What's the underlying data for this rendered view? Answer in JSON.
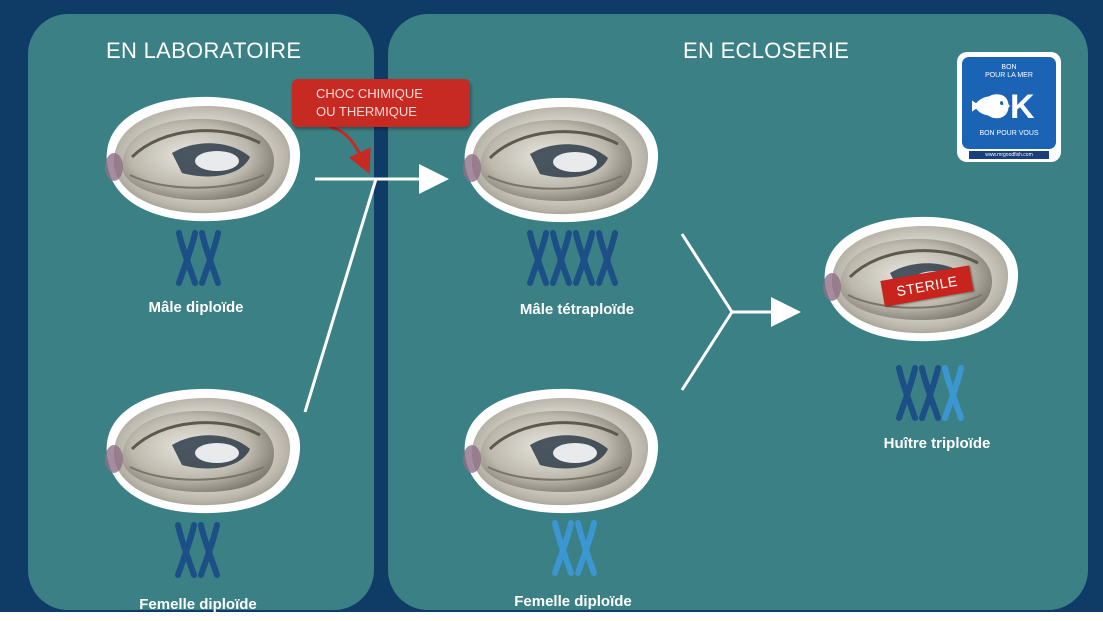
{
  "panels": {
    "lab_title": "EN LABORATOIRE",
    "hatchery_title": "EN ECLOSERIE"
  },
  "callout": {
    "line1": "CHOC CHIMIQUE",
    "line2": "OU THERMIQUE"
  },
  "labels": {
    "lab_male": "Mâle diploïde",
    "lab_female": "Femelle diploïde",
    "hatchery_male": "Mâle tétraploïde",
    "hatchery_female": "Femelle diploïde",
    "result": "Huître triploïde"
  },
  "sterile_badge": "STERILE",
  "logo": {
    "top_line1": "BON",
    "top_line2": "POUR LA MER",
    "mark": "OK",
    "bottom": "BON POUR VOUS",
    "url": "www.mrgoodfish.com"
  },
  "colors": {
    "background": "#0f3c66",
    "panel": "#3a8085",
    "chromosome_dark": "#1b4f86",
    "chromosome_light": "#3b96d2",
    "callout": "#c62a22",
    "logo_blue": "#1a63b5"
  }
}
